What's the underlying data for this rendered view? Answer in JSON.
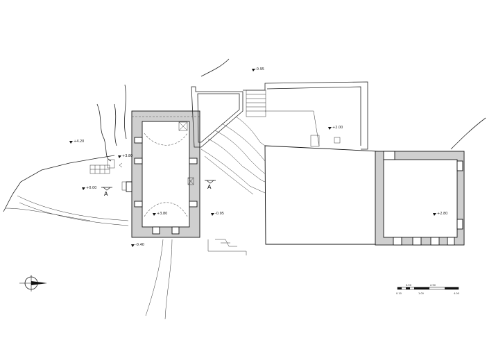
{
  "elevations": [
    {
      "id": "e1",
      "text": "-0.95"
    },
    {
      "id": "e2",
      "text": "+4.20"
    },
    {
      "id": "e3",
      "text": "+3.80"
    },
    {
      "id": "e4",
      "text": "+0.00"
    },
    {
      "id": "e5",
      "text": "+2.00"
    },
    {
      "id": "e6",
      "text": "+3.80"
    },
    {
      "id": "e7",
      "text": "-0.95"
    },
    {
      "id": "e8",
      "text": "-0.40"
    },
    {
      "id": "e9",
      "text": "+2.80"
    }
  ],
  "section_markers": [
    {
      "id": "s1",
      "text": "A"
    },
    {
      "id": "s2",
      "text": "A"
    }
  ],
  "scale_bar": {
    "top": [
      "0.50",
      "2.50"
    ],
    "bottom": [
      "0.10",
      "1.00",
      "4.00"
    ]
  }
}
